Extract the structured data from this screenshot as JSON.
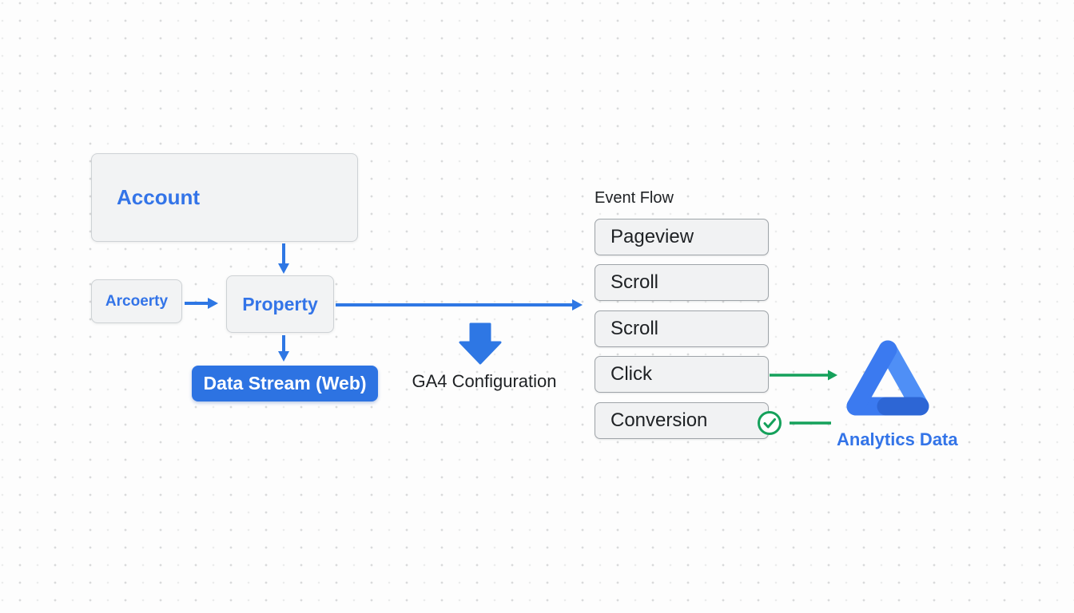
{
  "diagram": {
    "account": {
      "label": "Account"
    },
    "arcoerty": {
      "label": "Arcoerty"
    },
    "property": {
      "label": "Property"
    },
    "data_stream": {
      "label": "Data Stream (Web)"
    },
    "ga4_configuration": {
      "label": "GA4 Configuration"
    },
    "event_flow": {
      "title": "Event Flow",
      "events": [
        {
          "label": "Pageview"
        },
        {
          "label": "Scroll"
        },
        {
          "label": "Scroll"
        },
        {
          "label": "Click"
        },
        {
          "label": "Conversion",
          "checked": true
        }
      ]
    },
    "analytics": {
      "label": "Analytics Data"
    }
  },
  "colors": {
    "blue_text": "#3374e8",
    "arrow_blue": "#2e77e4",
    "data_stream_bg": "#2d73e2",
    "node_bg": "#f1f2f3",
    "node_border_light": "#ced2d5",
    "event_border": "#9fa4a9",
    "text_dark": "#1e2124",
    "green": "#15a15b",
    "logo_blue_light": "#4f8ff6",
    "logo_blue_mid": "#3b7af0",
    "logo_blue_dark": "#2d66d5"
  }
}
